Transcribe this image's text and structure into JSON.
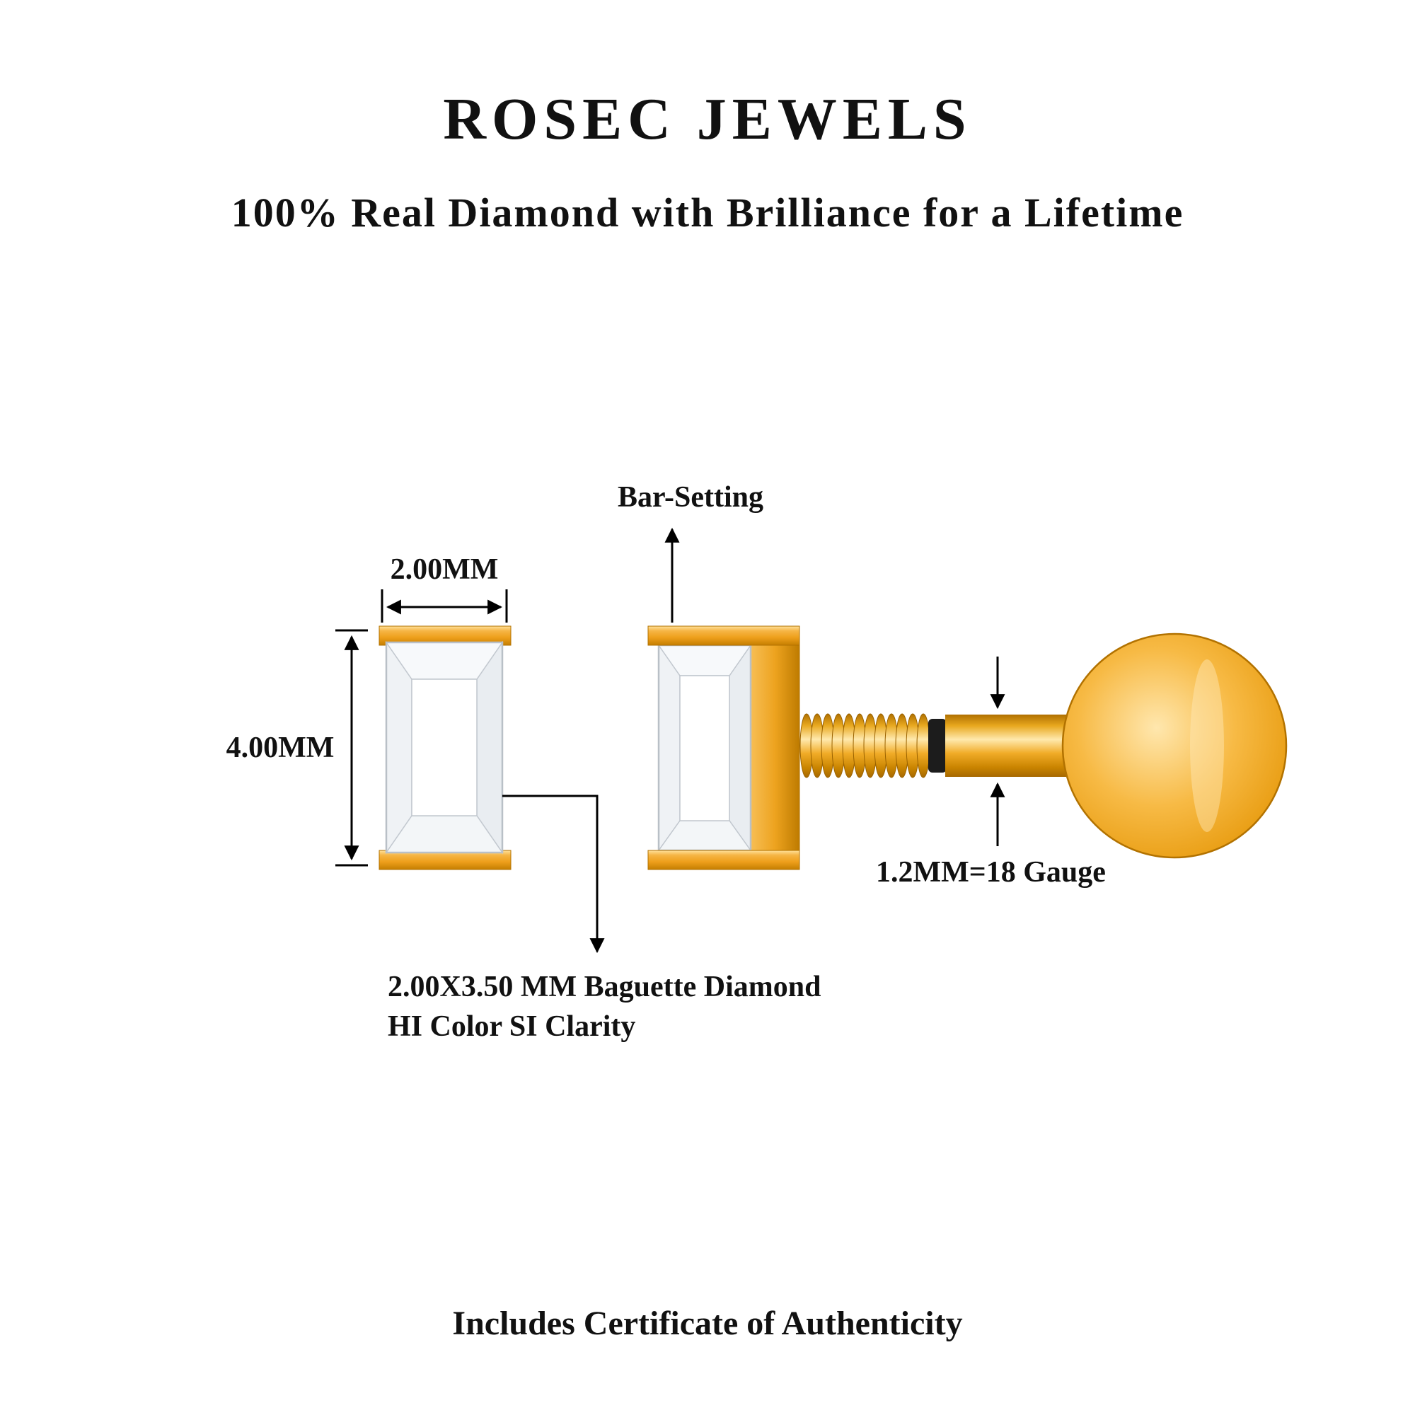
{
  "header": {
    "brand": "ROSEC JEWELS",
    "tagline": "100% Real Diamond with Brilliance for a Lifetime"
  },
  "annotations": {
    "setting_label": "Bar-Setting",
    "width_label": "2.00MM",
    "height_label": "4.00MM",
    "gauge_label": "1.2MM=18 Gauge",
    "stone_label_line1": "2.00X3.50 MM Baguette Diamond",
    "stone_label_line2": "HI Color SI Clarity"
  },
  "footer": {
    "certificate_note": "Includes Certificate of Authenticity"
  },
  "colors": {
    "gold": "#EE9F1B",
    "gold_dark": "#BC7A00",
    "gold_light": "#FFE19B",
    "diamond_outline": "#C2C8CF",
    "annotation_ink": "#000000",
    "background": "#FFFFFF"
  }
}
